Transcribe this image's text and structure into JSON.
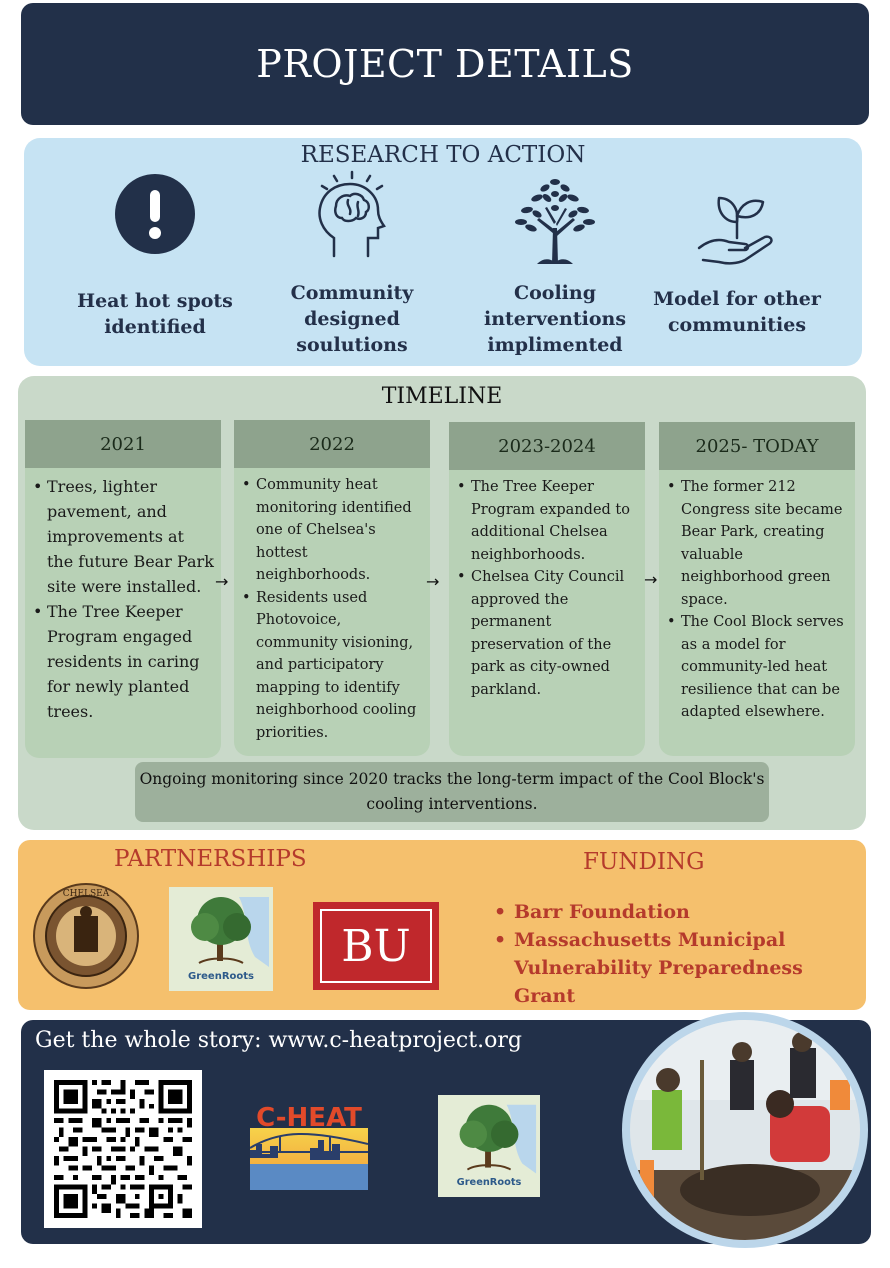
{
  "header": {
    "title": "PROJECT DETAILS"
  },
  "research": {
    "title": "RESEARCH TO ACTION",
    "steps": [
      {
        "label": "Heat hot spots identified",
        "icon": "exclamation-icon"
      },
      {
        "label": "Community designed soulutions",
        "icon": "brain-head-icon"
      },
      {
        "label": "Cooling interventions implimented",
        "icon": "tree-icon"
      },
      {
        "label": "Model for other communities",
        "icon": "hand-sprout-icon"
      }
    ]
  },
  "timeline": {
    "title": "TIMELINE",
    "columns": [
      {
        "year": "2021",
        "items": [
          "Trees, lighter pavement, and improvements at the future Bear Park site were installed.",
          "The Tree Keeper Program engaged residents in caring for newly planted trees."
        ]
      },
      {
        "year": "2022",
        "items": [
          "Community heat monitoring identified one of Chelsea's hottest neighborhoods.",
          "Residents used Photovoice, community visioning, and participatory mapping to identify neighborhood cooling priorities."
        ]
      },
      {
        "year": "2023-2024",
        "items": [
          "The Tree Keeper Program expanded to additional Chelsea neighborhoods.",
          "Chelsea City Council approved the permanent preservation of the park as city-owned parkland."
        ]
      },
      {
        "year": "2025- TODAY",
        "items": [
          "The former 212 Congress site became Bear Park, creating valuable neighborhood green space.",
          "The Cool Block serves as a model for community-led heat resilience that can be adapted elsewhere."
        ]
      }
    ],
    "arrow": "→",
    "ongoing": "Ongoing monitoring since 2020 tracks the long-term impact of the Cool Block's cooling interventions."
  },
  "partnerships": {
    "title": "PARTNERSHIPS",
    "chelsea_seal_text": "CHELSEA",
    "greenroots_label": "GreenRoots",
    "bu_label": "BU"
  },
  "funding": {
    "title": "FUNDING",
    "items": [
      "Barr Foundation",
      "Massachusetts Municipal Vulnerability Preparedness Grant"
    ]
  },
  "footer": {
    "story": "Get the whole story: www.c-heatproject.org",
    "cheat_label": "C-HEAT",
    "greenroots_label": "GreenRoots"
  },
  "colors": {
    "navy": "#223049",
    "light_blue": "#c6e3f3",
    "sage": "#c9d9c9",
    "orange": "#f5c06d",
    "red": "#b53a2c",
    "bu_red": "#c0282c"
  }
}
